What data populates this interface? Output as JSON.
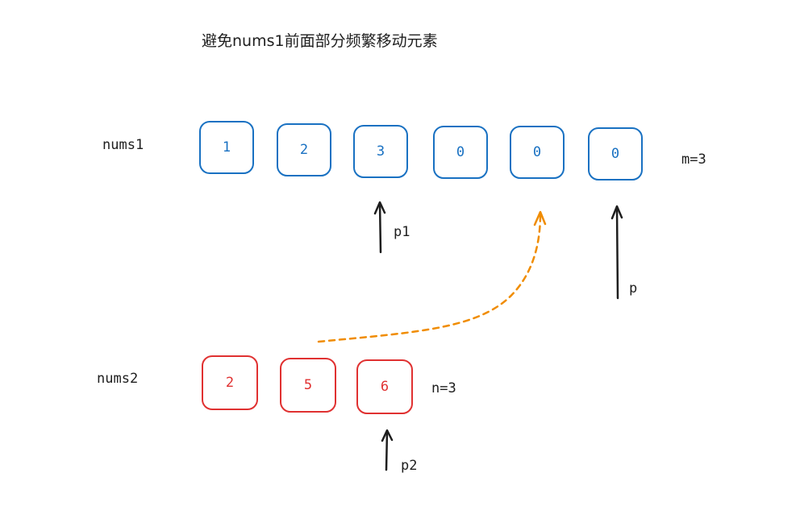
{
  "title": "避免nums1前面部分频繁移动元素",
  "nums1": {
    "label": "nums1",
    "cells": [
      "1",
      "2",
      "3",
      "0",
      "0",
      "0"
    ],
    "length_label": "m=3"
  },
  "nums2": {
    "label": "nums2",
    "cells": [
      "2",
      "5",
      "6"
    ],
    "length_label": "n=3"
  },
  "pointers": {
    "p1": "p1",
    "p": "p",
    "p2": "p2"
  },
  "colors": {
    "nums1_stroke": "#1971c2",
    "nums2_stroke": "#e03131",
    "arrow_dashed": "#f08c00",
    "arrow_pointer": "#1e1e1e"
  }
}
